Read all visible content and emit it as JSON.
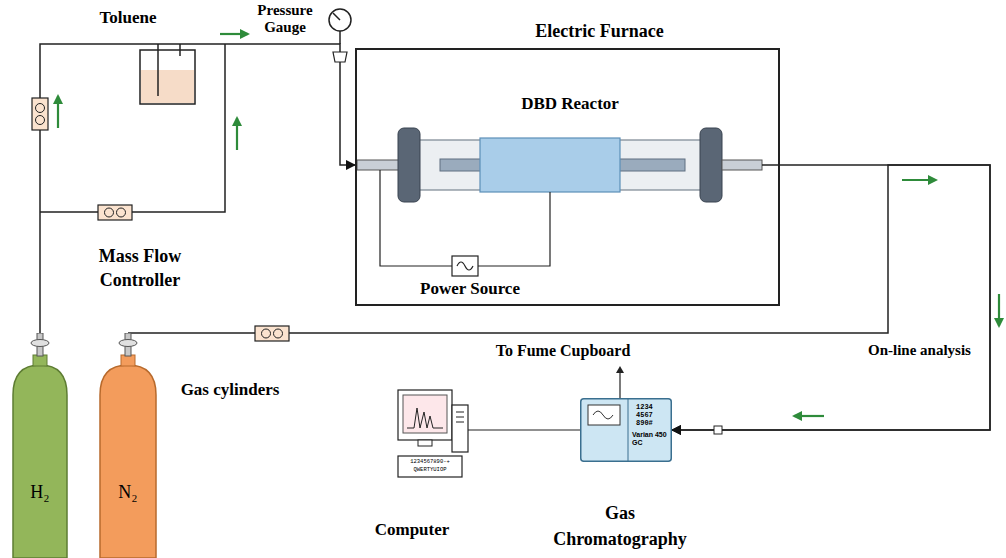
{
  "diagram": {
    "nodes": [
      {
        "text": [
          "Electric Furnace"
        ]
      },
      {
        "text": [
          "H₂"
        ]
      },
      {
        "text": [
          "N₂"
        ]
      },
      {
        "text": [
          "1234 4567 890#",
          "Varian 450 GC"
        ]
      }
    ],
    "edges": [
      {
        "from": 1,
        "to": 0,
        "arrow": "to"
      },
      {
        "from": 0,
        "to": 3,
        "arrow": "to"
      },
      {
        "from": 2,
        "to": 3,
        "arrow": "to"
      }
    ],
    "labels": [
      "Toluene",
      "Pressure Gauge",
      "DBD Reactor",
      "Power Source",
      "Mass Flow Controller",
      "To Fume Cupboard",
      "On-line analysis",
      "Gas cylinders",
      "Computer",
      "Gas Chromatography",
      "1234567890-+",
      "QWERTYUIOP"
    ]
  }
}
